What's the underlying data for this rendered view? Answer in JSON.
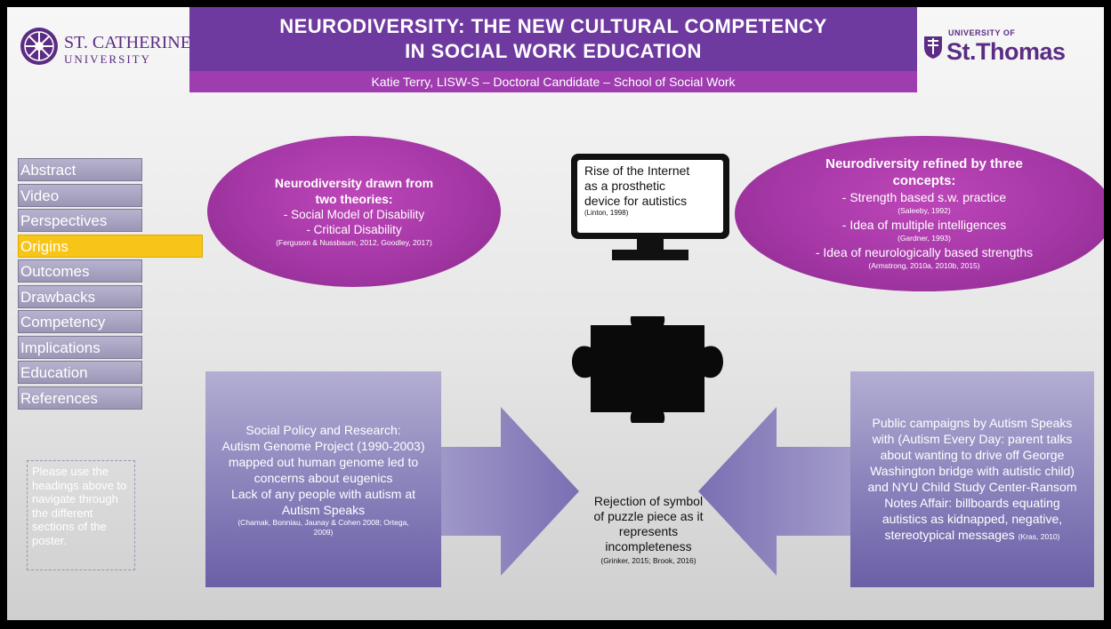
{
  "header": {
    "title_line1": "NEURODIVERSITY: THE NEW CULTURAL COMPETENCY",
    "title_line2": "IN SOCIAL WORK EDUCATION",
    "subtitle": "Katie Terry, LISW-S – Doctoral Candidate –  School of Social Work"
  },
  "logos": {
    "left_line1": "ST. CATHERINE",
    "left_line2": "UNIVERSITY",
    "right_line1": "UNIVERSITY OF",
    "right_line2": "St.Thomas"
  },
  "nav": {
    "items": [
      {
        "label": "Abstract"
      },
      {
        "label": "Video"
      },
      {
        "label": "Perspectives"
      },
      {
        "label": "Origins"
      },
      {
        "label": "Outcomes"
      },
      {
        "label": "Drawbacks"
      },
      {
        "label": "Competency"
      },
      {
        "label": "Implications"
      },
      {
        "label": "Education"
      },
      {
        "label": "References"
      }
    ],
    "active": "Origins"
  },
  "note": "Please use the headings above to navigate through the different sections of the poster.",
  "left_ellipse": {
    "heading1": "Neurodiversity drawn from",
    "heading2": "two theories:",
    "line1": "- Social Model of Disability",
    "line2": "- Critical Disability",
    "cite": "(Ferguson & Nussbaum, 2012, Goodley, 2017)"
  },
  "monitor": {
    "line1": "Rise of the Internet",
    "line2": "as a prosthetic",
    "line3": "device for autistics",
    "cite": "(Linton, 1998)"
  },
  "right_ellipse": {
    "heading1": "Neurodiversity refined by three",
    "heading2": "concepts:",
    "line1": "-     Strength based s.w. practice",
    "cite1": "(Saleeby, 1992)",
    "line2": "-     Idea of multiple intelligences",
    "cite2": "(Gardner, 1993)",
    "line3": "- Idea of neurologically based strengths",
    "cite3": "(Armstrong, 2010a, 2010b, 2015)"
  },
  "center": {
    "line1": "Rejection of symbol",
    "line2": "of puzzle piece as it",
    "line3": "represents",
    "line4": "incompleteness",
    "cite": "(Grinker, 2015; Brook, 2016)"
  },
  "left_box": {
    "line1": "Social Policy and Research:",
    "line2": "Autism Genome Project (1990-2003)",
    "line3": "mapped out human genome led to",
    "line4": "concerns about eugenics",
    "line5": "Lack of any people with autism at",
    "line6": "Autism Speaks",
    "cite1": "(Chamak, Bonniau, Jaunay & Cohen 2008; Ortega,",
    "cite2": "2009)"
  },
  "right_box": {
    "line1": "Public campaigns by Autism Speaks",
    "line2": "with (Autism Every Day: parent talks",
    "line3": "about wanting to drive off George",
    "line4": "Washington bridge with autistic child)",
    "line5": "and NYU Child Study Center-Ransom",
    "line6": "Notes Affair: billboards equating",
    "line7": "autistics as kidnapped, negative,",
    "line8": "stereotypical messages",
    "cite": "(Kras, 2010)"
  },
  "colors": {
    "title_bar": "#6f3aa0",
    "subtitle_bar": "#9e3cb0",
    "ellipse": "#a537a6",
    "nav_active": "#f7c518",
    "box": "#8f89bf"
  }
}
